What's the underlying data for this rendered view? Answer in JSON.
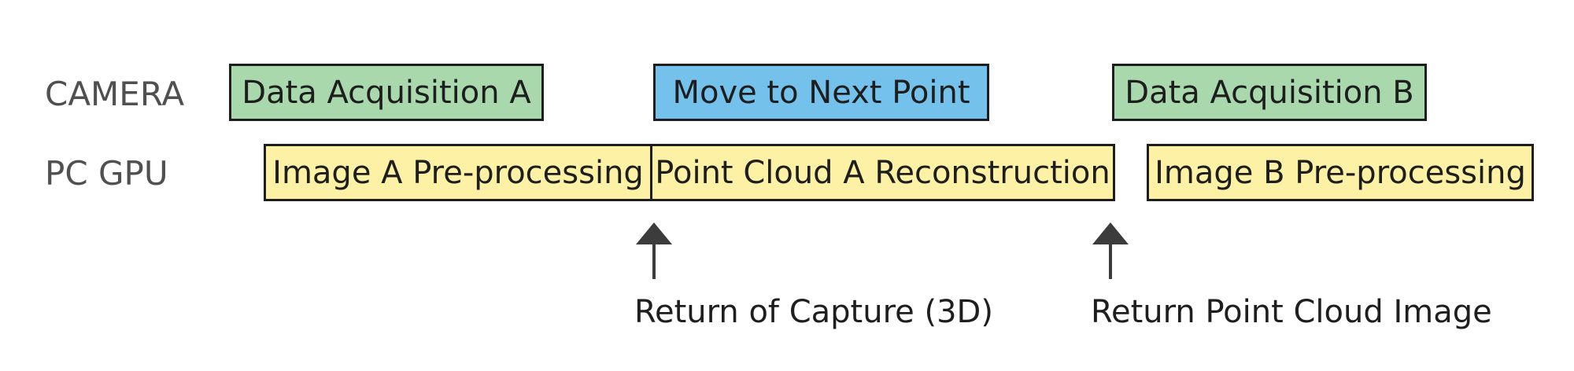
{
  "lanes": {
    "camera": "CAMERA",
    "gpu": "PC GPU"
  },
  "camera_blocks": [
    {
      "label": "Data Acquisition A",
      "color": "#a8d8ac"
    },
    {
      "label": "Move to Next Point",
      "color": "#74c1ec"
    },
    {
      "label": "Data Acquisition B",
      "color": "#a8d8ac"
    }
  ],
  "gpu_blocks": [
    {
      "label": "Image A Pre-processing",
      "color": "#fcf1a4"
    },
    {
      "label": "Point Cloud A Reconstruction",
      "color": "#fcf1a4"
    },
    {
      "label": "Image B Pre-processing",
      "color": "#fcf1a4"
    }
  ],
  "markers": [
    {
      "label": "Return of Capture (3D)"
    },
    {
      "label": "Return Point Cloud Image"
    }
  ]
}
